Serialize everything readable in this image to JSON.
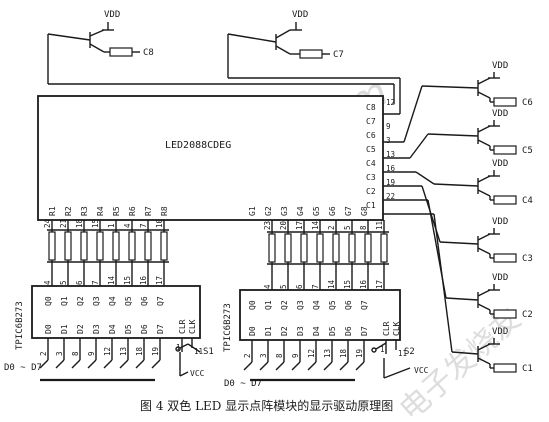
{
  "display_chip": {
    "label": "LED2088CDEG",
    "red_pins": [
      "R1",
      "R2",
      "R3",
      "R4",
      "R5",
      "R6",
      "R7",
      "R8"
    ],
    "green_pins": [
      "G1",
      "G2",
      "G3",
      "G4",
      "G5",
      "G6",
      "G7",
      "G8"
    ],
    "col_pins": [
      "C8",
      "C7",
      "C6",
      "C5",
      "C4",
      "C3",
      "C2",
      "C1"
    ],
    "col_pin_numbers": [
      "12",
      "9",
      "3",
      "13",
      "16",
      "19",
      "22"
    ]
  },
  "red_resistor_pins": [
    "24",
    "21",
    "18",
    "15",
    "1",
    "4",
    "7",
    "10"
  ],
  "green_resistor_pins": [
    "23",
    "20",
    "17",
    "14",
    "2",
    "5",
    "8",
    "11"
  ],
  "driver_left": {
    "label": "TPIC6B273",
    "q_pins": [
      "Q0",
      "Q1",
      "Q2",
      "Q3",
      "Q4",
      "Q5",
      "Q6",
      "Q7"
    ],
    "q_nums": [
      "4",
      "5",
      "6",
      "7",
      "14",
      "15",
      "16",
      "17"
    ],
    "d_pins": [
      "D0",
      "D1",
      "D2",
      "D3",
      "D4",
      "D5",
      "D6",
      "D7"
    ],
    "d_nums": [
      "2",
      "3",
      "8",
      "9",
      "12",
      "13",
      "18",
      "19"
    ],
    "clr": "CLR",
    "clk": "CLK",
    "clr_num": "1",
    "clk_num": "11",
    "switch": "S1",
    "vcc": "VCC",
    "bus": "D0 ~ D7"
  },
  "driver_right": {
    "label": "TPIC6B273",
    "q_pins": [
      "Q0",
      "Q1",
      "Q2",
      "Q3",
      "Q4",
      "Q5",
      "Q6",
      "Q7"
    ],
    "q_nums": [
      "4",
      "5",
      "6",
      "7",
      "14",
      "15",
      "16",
      "17"
    ],
    "d_pins": [
      "D0",
      "D1",
      "D2",
      "D3",
      "D4",
      "D5",
      "D6",
      "D7"
    ],
    "d_nums": [
      "2",
      "3",
      "8",
      "9",
      "12",
      "13",
      "18",
      "19"
    ],
    "clr": "CLR",
    "clk": "CLK",
    "clr_num": "1",
    "clk_num": "11",
    "switch": "S2",
    "vcc": "VCC",
    "bus": "D0 ~ D7"
  },
  "transistor_labels": [
    "C8",
    "C7",
    "C6",
    "C5",
    "C4",
    "C3",
    "C2",
    "C1"
  ],
  "supply": "VDD",
  "caption": "图 4   双色 LED 显示点阵模块的显示驱动原理图",
  "watermark": "elecfans.com",
  "watermark2": "电子发烧友"
}
